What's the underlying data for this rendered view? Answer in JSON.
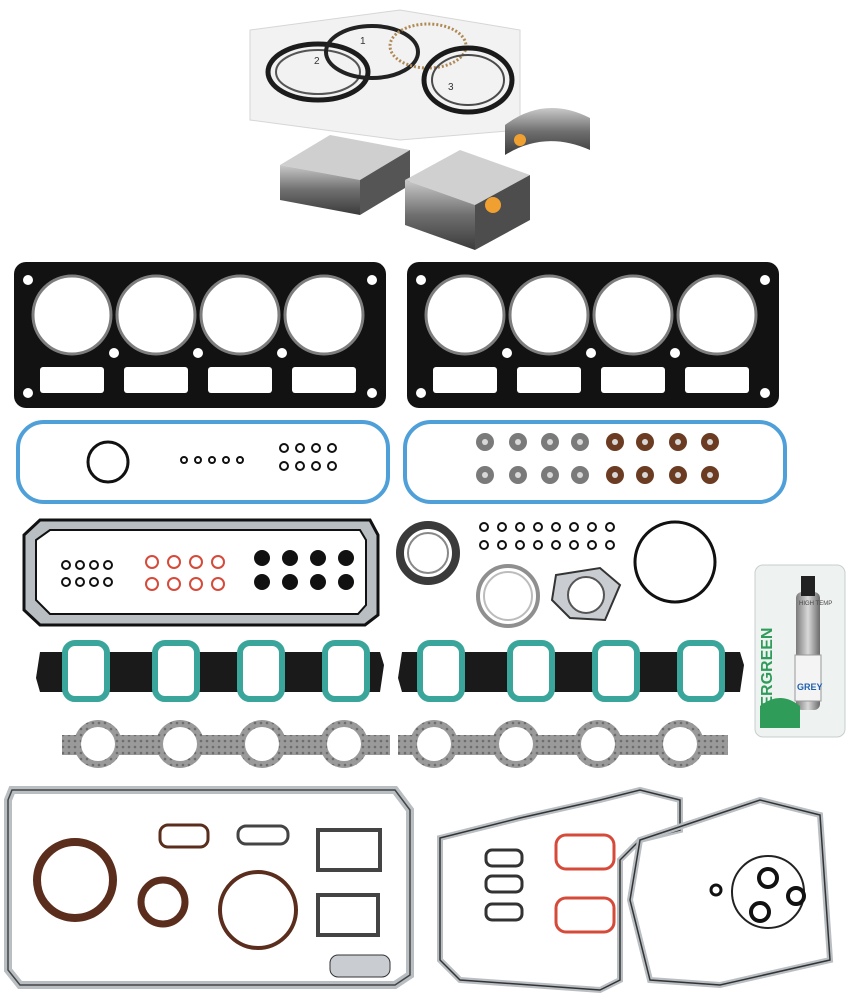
{
  "product": {
    "ring_bag_numbers": [
      "1",
      "2",
      "3"
    ],
    "sealant_tube": {
      "brand": "EVERGREEN",
      "color_word": "GREY",
      "tag": "HIGH TEMP"
    }
  },
  "colors": {
    "gasket_black": "#121212",
    "valve_cover_blue": "#4f9fd8",
    "intake_teal": "#3aa59b",
    "exhaust_gray": "#8a8a8a",
    "oring_red": "#d64a3a",
    "oring_bronze": "#6b3b22",
    "sealant_green": "#2f9c5a",
    "pan_gasket_silver": "#b9bec3"
  }
}
